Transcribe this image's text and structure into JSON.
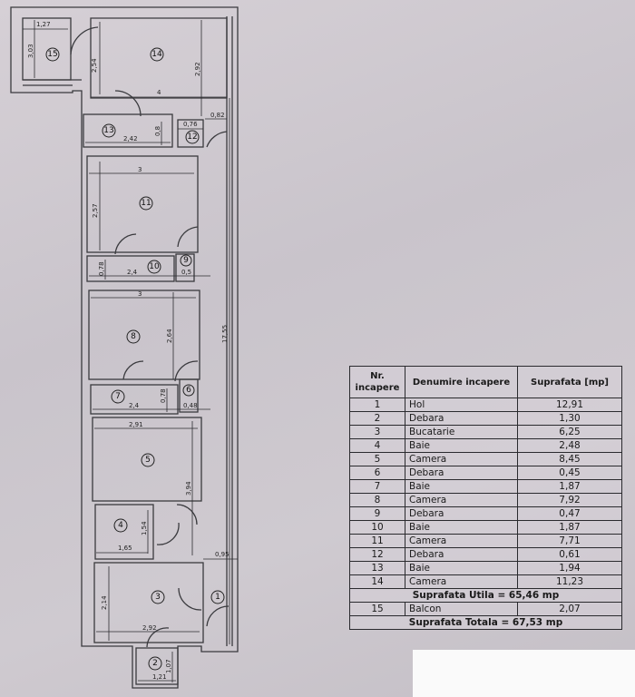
{
  "plan": {
    "rooms": [
      "15",
      "14",
      "13",
      "12",
      "11",
      "10",
      "9",
      "8",
      "7",
      "6",
      "5",
      "4",
      "3",
      "2",
      "1"
    ],
    "dimensions": [
      "1,27",
      "3,03",
      "2,54",
      "2,92",
      "4",
      "0,82",
      "0,76",
      "2,42",
      "0,8",
      "3",
      "2,57",
      "2,4",
      "0,78",
      "0,5",
      "3",
      "2,64",
      "17,55",
      "2,4",
      "0,78",
      "0,48",
      "2,91",
      "3,94",
      "1,54",
      "1,65",
      "0,95",
      "2,14",
      "2,92",
      "1,07",
      "1,21"
    ]
  },
  "table": {
    "headers": {
      "nr": "Nr. incapere",
      "name": "Denumire incapere",
      "area": "Suprafata [mp]"
    },
    "rows": [
      {
        "nr": "1",
        "name": "Hol",
        "area": "12,91"
      },
      {
        "nr": "2",
        "name": "Debara",
        "area": "1,30"
      },
      {
        "nr": "3",
        "name": "Bucatarie",
        "area": "6,25"
      },
      {
        "nr": "4",
        "name": "Baie",
        "area": "2,48"
      },
      {
        "nr": "5",
        "name": "Camera",
        "area": "8,45"
      },
      {
        "nr": "6",
        "name": "Debara",
        "area": "0,45"
      },
      {
        "nr": "7",
        "name": "Baie",
        "area": "1,87"
      },
      {
        "nr": "8",
        "name": "Camera",
        "area": "7,92"
      },
      {
        "nr": "9",
        "name": "Debara",
        "area": "0,47"
      },
      {
        "nr": "10",
        "name": "Baie",
        "area": "1,87"
      },
      {
        "nr": "11",
        "name": "Camera",
        "area": "7,71"
      },
      {
        "nr": "12",
        "name": "Debara",
        "area": "0,61"
      },
      {
        "nr": "13",
        "name": "Baie",
        "area": "1,94"
      },
      {
        "nr": "14",
        "name": "Camera",
        "area": "11,23"
      }
    ],
    "useful_total": "Suprafata Utila  = 65,46 mp",
    "balcony": {
      "nr": "15",
      "name": "Balcon",
      "area": "2,07"
    },
    "grand_total": "Suprafata Totala  = 67,53 mp"
  }
}
